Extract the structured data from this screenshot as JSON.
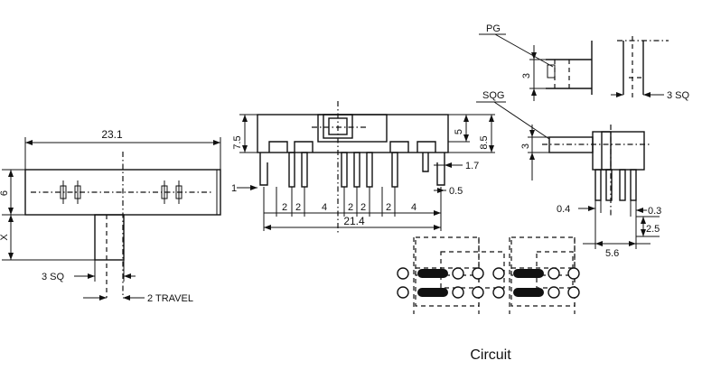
{
  "labels": {
    "front_width": "23.1",
    "front_height": "6",
    "front_x": "X",
    "front_actuator_sq": "3 SQ",
    "front_travel": "2 TRAVEL",
    "side_total": "21.4",
    "side_pitch_1": "2",
    "side_pitch_2": "2",
    "side_pitch_3": "4",
    "side_pitch_4": "2",
    "side_pitch_5": "2",
    "side_pitch_6": "2",
    "side_pitch_7": "4",
    "side_height": "7.5",
    "side_body_5": "5",
    "side_body_85": "8.5",
    "side_pin_17": "1.7",
    "side_pin_05": "0.5",
    "side_pin_1": "1",
    "pg_label": "PG",
    "pg_dim_3": "3",
    "pg_sq": "3 SQ",
    "sqg_label": "SQG",
    "sqg_dim_3": "3",
    "sqg_04": "0.4",
    "sqg_03": "0.3",
    "sqg_25": "2.5",
    "sqg_56": "5.6",
    "circuit_title": "Circuit"
  }
}
